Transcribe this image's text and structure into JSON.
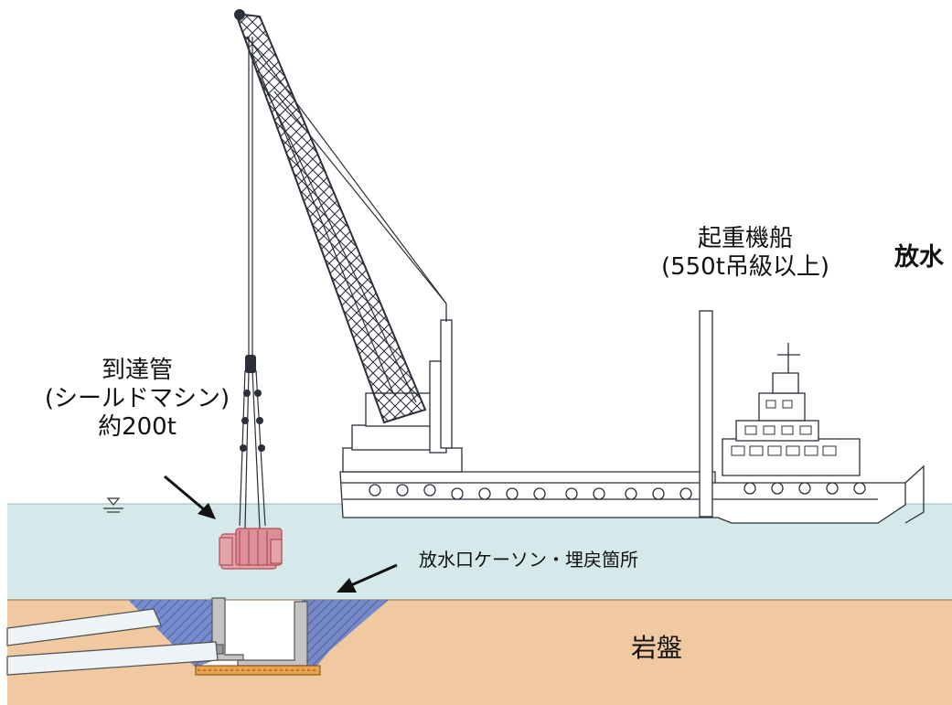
{
  "labels": {
    "crane_ship_name": "起重機船",
    "crane_ship_capacity": "(550t吊級以上)",
    "title_partial": "放水",
    "pipe_name": "到達管",
    "pipe_sub": "(シールドマシン)",
    "pipe_weight": "約200t",
    "caisson": "放水口ケーソン・埋戻箇所",
    "bedrock": "岩盤"
  },
  "colors": {
    "sea": "#d5e8ea",
    "bedrock": "#f0c9a1",
    "backfill": "#6f86c9",
    "caisson_wall": "#b8b8b8",
    "load": "#d97a82",
    "foundation": "#e9a24a",
    "line": "#222222"
  }
}
